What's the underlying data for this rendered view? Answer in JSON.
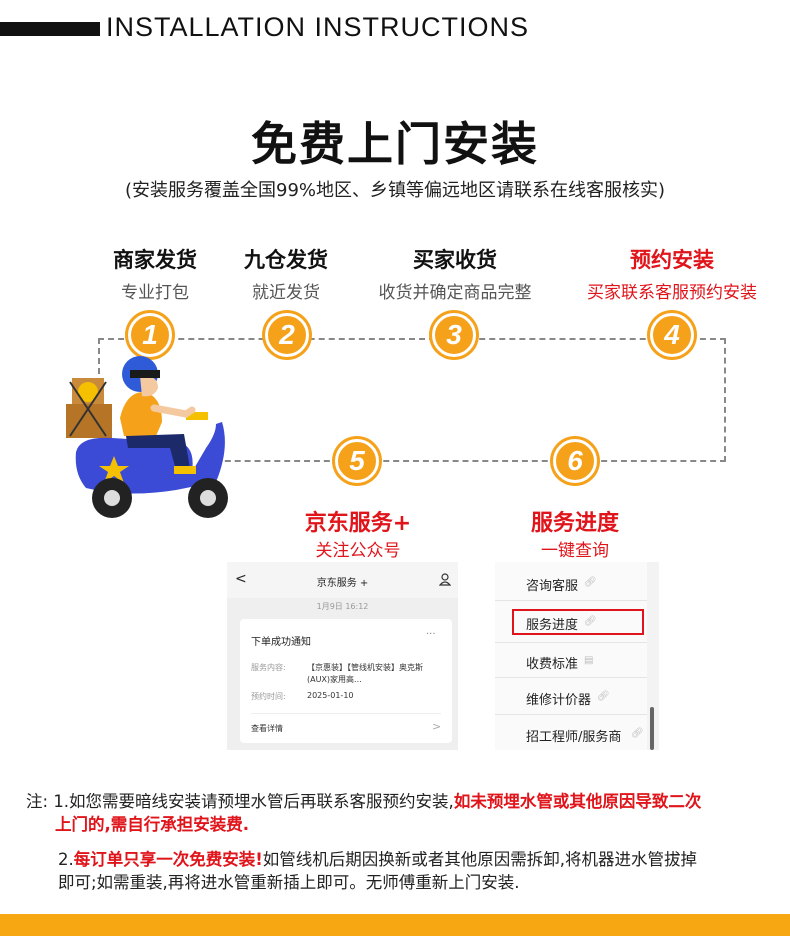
{
  "header": {
    "title": "INSTALLATION  INSTRUCTIONS"
  },
  "main_title": "免费上门安装",
  "subtitle": "(安装服务覆盖全国99%地区、乡镇等偏远地区请联系在线客服核实)",
  "steps": [
    {
      "num": "1",
      "label": "商家发货",
      "sub": "专业打包"
    },
    {
      "num": "2",
      "label": "九仓发货",
      "sub": "就近发货"
    },
    {
      "num": "3",
      "label": "买家收货",
      "sub": "收货并确定商品完整"
    },
    {
      "num": "4",
      "label": "预约安装",
      "sub": "买家联系客服预约安装"
    },
    {
      "num": "5",
      "label": "京东服务+",
      "sub": "关注公众号"
    },
    {
      "num": "6",
      "label": "服务进度",
      "sub": "一键查询"
    }
  ],
  "wechat": {
    "back": "<",
    "title": "京东服务 +",
    "date": "1月9日 16:12",
    "card_title": "下单成功通知",
    "more": "···",
    "service_label": "服务内容:",
    "service_value_1": "【京惠装】【管线机安装】奥克斯",
    "service_value_2": "(AUX)家用高...",
    "time_label": "预约时间:",
    "time_value": "2025-01-10",
    "detail": "查看详情",
    "arrow": ">"
  },
  "menu": {
    "items": [
      "咨询客服",
      "服务进度",
      "收费标准",
      "维修计价器",
      "招工程师/服务商"
    ],
    "highlight_color": "#e0151b"
  },
  "notes": {
    "prefix": "注:",
    "n1_a": "1.如您需要暗线安装请预埋水管后再联系客服预约安装,",
    "n1_b": "如未预埋水管或其他原因导致二次",
    "n1_c": "上门的,需自行承担安装费.",
    "n2_a": "2.",
    "n2_b": "每订单只享一次免费安装!",
    "n2_c": "如管线机后期因换新或者其他原因需拆卸,将机器进水管拔掉",
    "n2_d": "即可;如需重装,再将进水管重新插上即可。无师傅重新上门安装."
  },
  "colors": {
    "accent": "#f7a712",
    "red": "#e0151b",
    "circle": "#f6a11a"
  }
}
